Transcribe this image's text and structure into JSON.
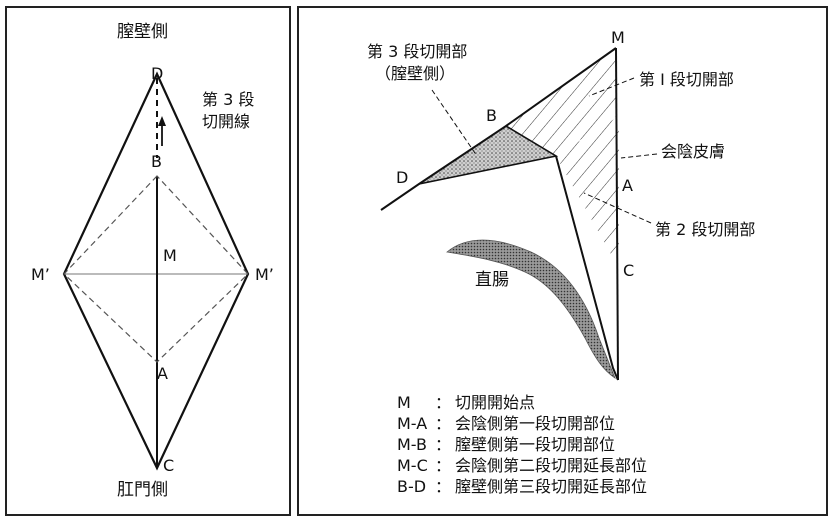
{
  "left": {
    "top_label": "膣壁側",
    "bottom_label": "肛門側",
    "point_d": "D",
    "point_b": "B",
    "point_m": "M",
    "point_a": "A",
    "point_c": "C",
    "point_m_left": "M’",
    "point_m_right": "M’",
    "incision_line_1": "第 3 段",
    "incision_line_2": "切開線"
  },
  "right": {
    "point_m": "M",
    "point_b": "B",
    "point_d": "D",
    "point_a": "A",
    "point_c": "C",
    "third_section_1": "第 3 段切開部",
    "third_section_2": "（膣壁側）",
    "first_section": "第 I 段切開部",
    "perineal_skin": "会陰皮膚",
    "second_section": "第 2 段切開部",
    "rectum": "直腸"
  },
  "legend": [
    {
      "code": "M",
      "sep": "：",
      "text": "切開開始点"
    },
    {
      "code": "M-A",
      "sep": "：",
      "text": "会陰側第一段切開部位"
    },
    {
      "code": "M-B",
      "sep": "：",
      "text": "膣壁側第一段切開部位"
    },
    {
      "code": "M-C",
      "sep": "：",
      "text": "会陰側第二段切開延長部位"
    },
    {
      "code": "B-D",
      "sep": "：",
      "text": "膣壁側第三段切開延長部位"
    }
  ]
}
